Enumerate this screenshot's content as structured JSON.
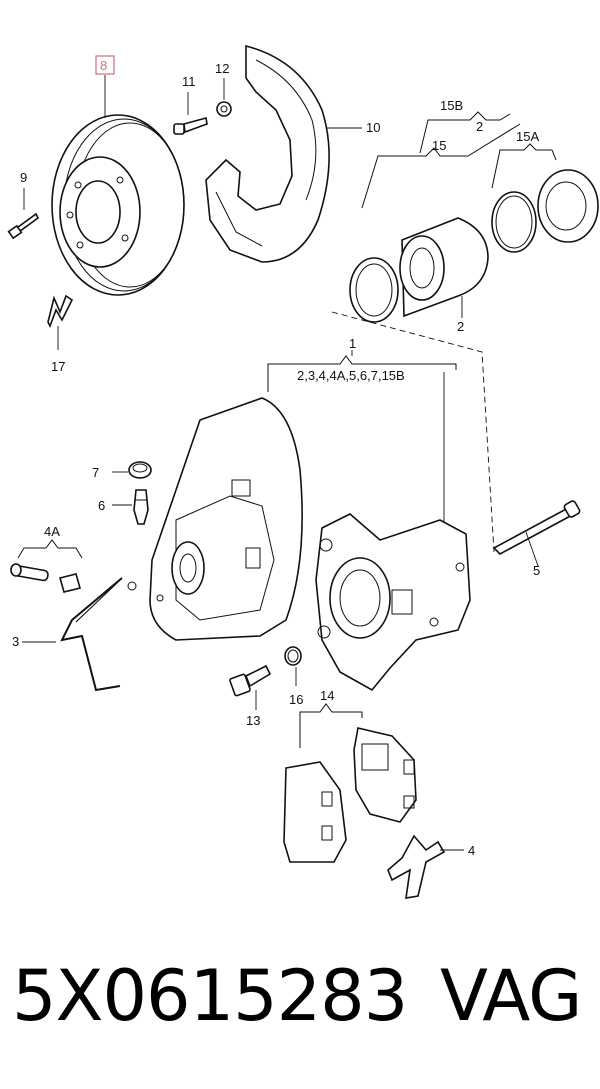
{
  "labels": {
    "l1": "1",
    "l1_sub": "2,3,4,4A,5,6,7,15B",
    "l2a": "2",
    "l2b": "2",
    "l3": "3",
    "l4": "4",
    "l4a": "4A",
    "l5": "5",
    "l6": "6",
    "l7": "7",
    "l8": "8",
    "l9": "9",
    "l10": "10",
    "l11": "11",
    "l12": "12",
    "l13": "13",
    "l14": "14",
    "l15": "15",
    "l15a": "15A",
    "l15b": "15B",
    "l16": "16",
    "l17": "17"
  },
  "footer": {
    "part_number": "5X0615283",
    "brand": "VAG"
  },
  "colors": {
    "highlight_callout": "#d36b7a"
  }
}
